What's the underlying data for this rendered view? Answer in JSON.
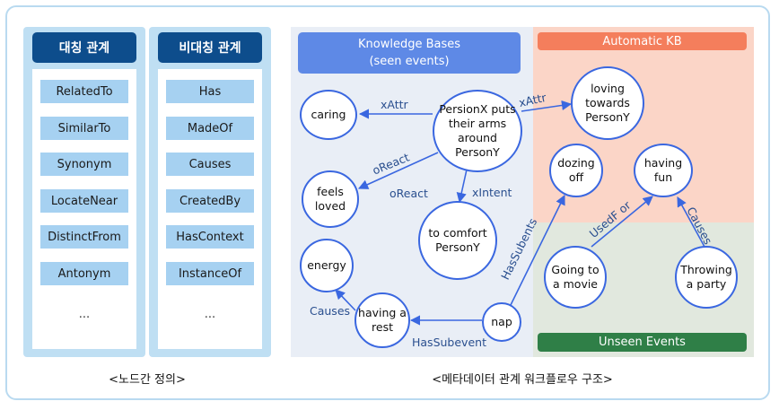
{
  "left_panel": {
    "symmetric": {
      "header": "대칭 관계",
      "items": [
        "RelatedTo",
        "SimilarTo",
        "Synonym",
        "LocateNear",
        "DistinctFrom",
        "Antonym"
      ],
      "more": "..."
    },
    "asymmetric": {
      "header": "비대칭 관계",
      "items": [
        "Has",
        "MadeOf",
        "Causes",
        "CreatedBy",
        "HasContext",
        "InstanceOf"
      ],
      "more": "..."
    },
    "caption": "<노드간 정의>"
  },
  "right_panel": {
    "kb_header_line1": "Knowledge Bases",
    "kb_header_line2": "(seen events)",
    "auto_kb_header": "Automatic KB",
    "unseen_header": "Unseen Events",
    "caption": "<메타데이터 관계 워크플로우 구조>",
    "nodes": {
      "center": "PersionX puts their arms around PersonY",
      "caring": "caring",
      "feels_loved": "feels loved",
      "comfort": "to comfort PersonY",
      "energy": "energy",
      "having_rest": "having a rest",
      "nap": "nap",
      "loving": "loving towards PersonY",
      "dozing": "dozing off",
      "having_fun": "having fun",
      "movie": "Going to a movie",
      "party": "Throwing a party"
    },
    "edges": {
      "xattr_left": "xAttr",
      "xattr_right": "xAttr",
      "oreact_1": "oReact",
      "oreact_2": "oReact",
      "xintent": "xIntent",
      "causes_rest": "Causes",
      "hassubevent": "HasSubevent",
      "hassubents": "HasSubents",
      "usedfor": "UsedF or",
      "causes_fun": "Causes"
    }
  },
  "colors": {
    "frame_border": "#b9daf0",
    "column_bg": "#bfdff3",
    "column_header": "#0d4d8c",
    "item_bg": "#a6d1f1",
    "kb_header": "#5e89e6",
    "auto_kb_bg": "#fbd5c7",
    "auto_kb_header": "#f47e5c",
    "unseen_bg": "#e1e8de",
    "unseen_header": "#2f7f47",
    "node_border": "#3a67e0",
    "edge_label": "#2a4f8f"
  }
}
